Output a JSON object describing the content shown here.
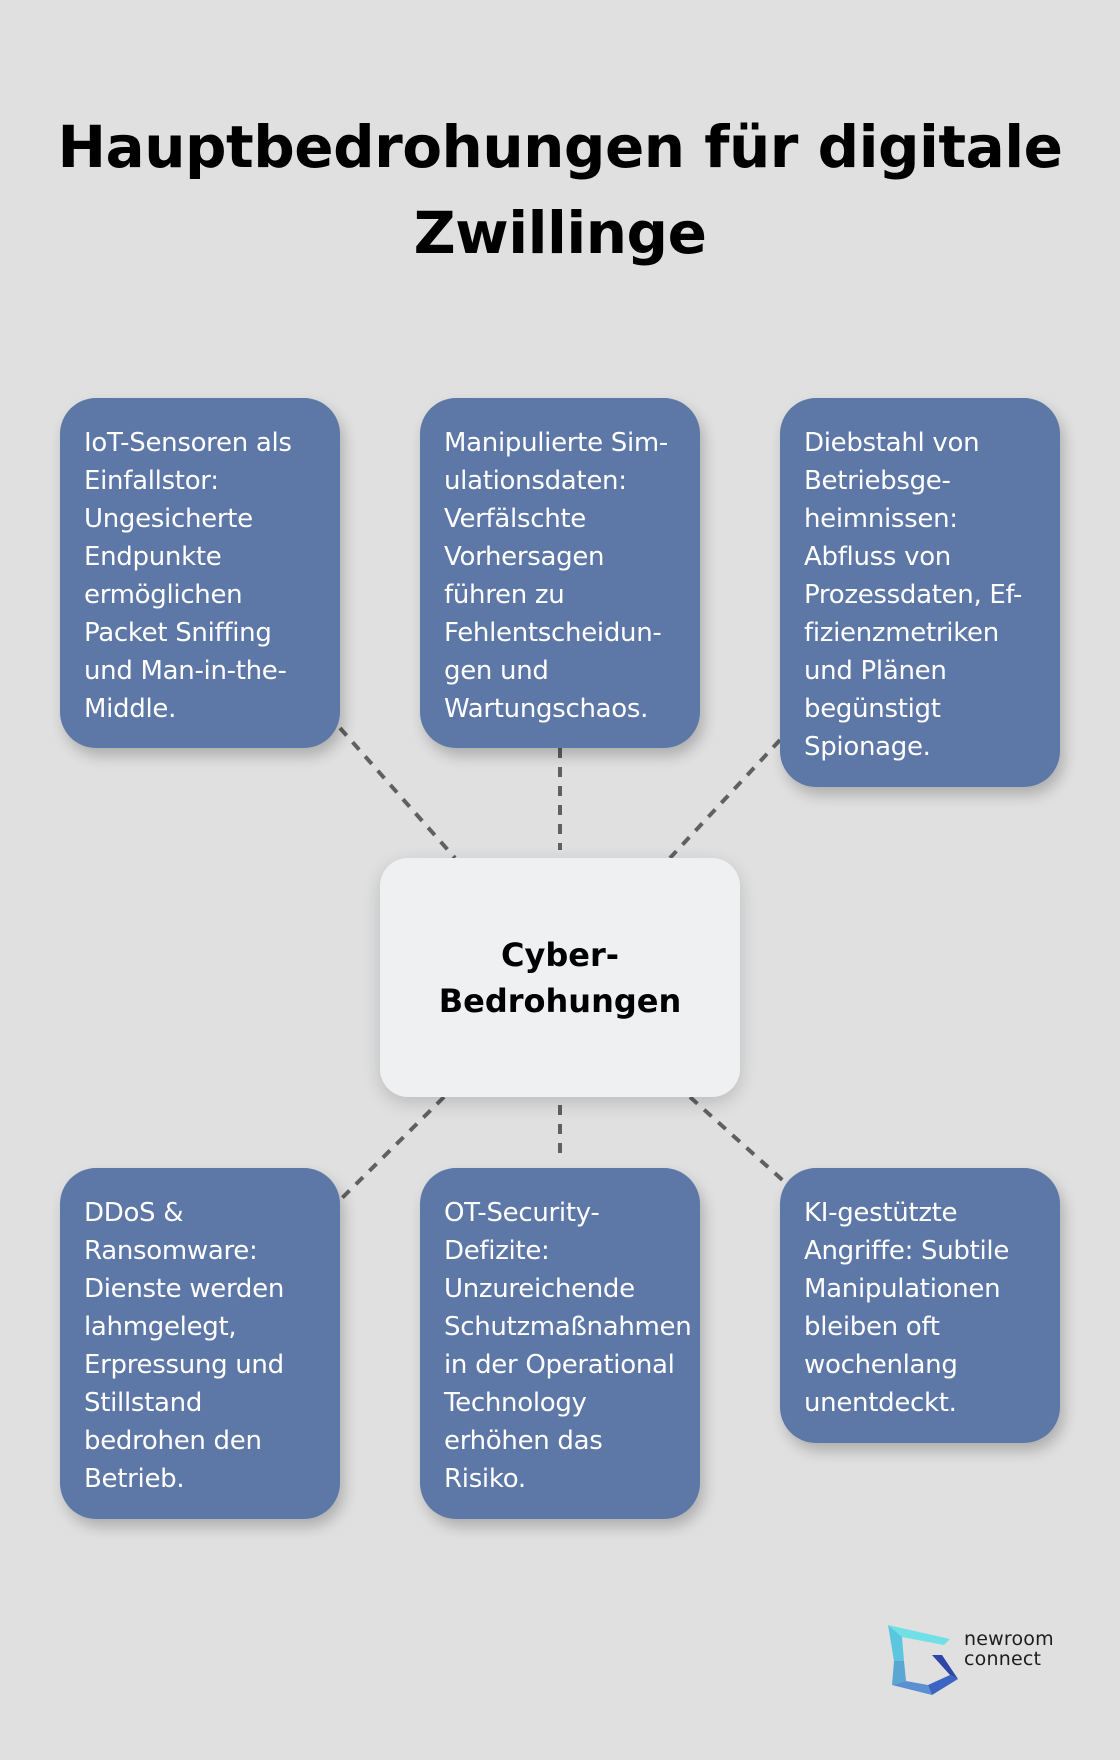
{
  "title": {
    "lines": [
      "Hauptbedrohungen für digitale",
      "Zwillinge"
    ]
  },
  "center_node": {
    "lines": [
      "Cyber-",
      "Bedrohungen"
    ]
  },
  "threats": [
    {
      "lines": [
        "IoT-Sensoren als",
        "Einfallstor:",
        "Ungesicherte",
        "Endpunkte",
        "ermöglichen",
        "Packet Sniffing",
        "und Man-in-the-",
        "Middle."
      ]
    },
    {
      "lines": [
        "Manipulierte Sim-",
        "ulationsdaten:",
        "Verfälschte",
        "Vorhersagen",
        "führen zu",
        "Fehlentscheidun-",
        "gen und",
        "Wartungschaos."
      ]
    },
    {
      "lines": [
        "Diebstahl von",
        "Betriebsge-",
        "heimnissen:",
        "Abfluss von",
        "Prozessdaten, Ef-",
        "fizienzmetriken",
        "und Plänen",
        "begünstigt",
        "Spionage."
      ]
    },
    {
      "lines": [
        "DDoS &",
        "Ransomware:",
        "Dienste werden",
        "lahmgelegt,",
        "Erpressung und",
        "Stillstand",
        "bedrohen den",
        "Betrieb."
      ]
    },
    {
      "lines": [
        "OT-Security-",
        "Defizite:",
        "Unzureichende",
        "Schutzmaßnahmen",
        "in der Operational",
        "Technology",
        "erhöhen das",
        "Risiko."
      ]
    },
    {
      "lines": [
        "KI-gestützte",
        "Angriffe: Subtile",
        "Manipulationen",
        "bleiben oft",
        "wochenlang",
        "unentdeckt."
      ]
    }
  ],
  "logo": {
    "line1": "newroom",
    "line2": "connect"
  },
  "colors": {
    "background": "#dfe0df",
    "card": "#5d77a7",
    "center": "#eff0f2",
    "connector": "#606060"
  }
}
